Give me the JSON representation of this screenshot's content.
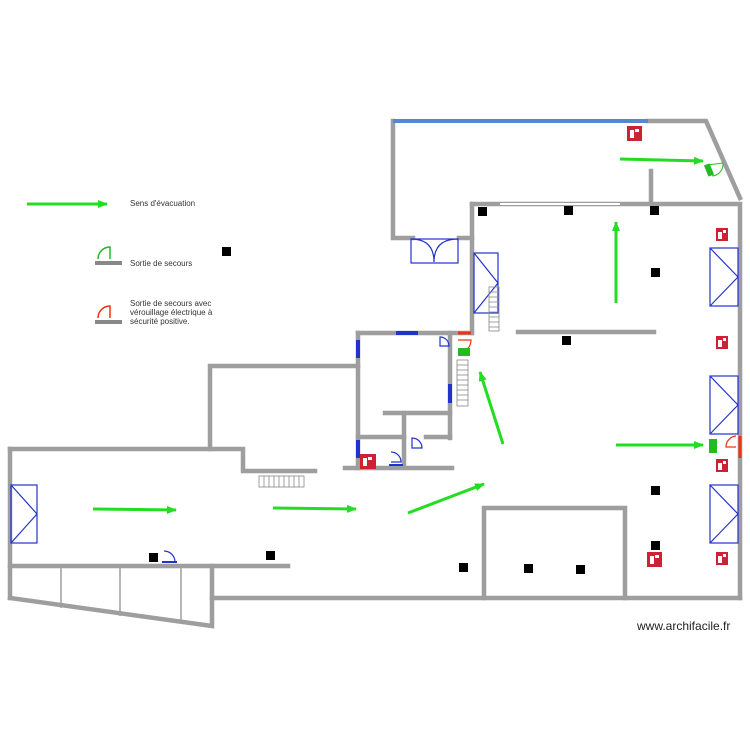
{
  "legend": {
    "evacuation_label": "Sens d'évacuation",
    "exit_label": "Sortie de secours",
    "exit_locked_line1": "Sortie de secours  avec",
    "exit_locked_line2": "vérouillage électrique à",
    "exit_locked_line3": "sécurité positive."
  },
  "colors": {
    "wall": "#9e9e9e",
    "arrow": "#22dd22",
    "window": "#2233cc",
    "exit_door": "#22bb22",
    "locked_exit_door": "#ee3311",
    "extinguisher": "#cc2233",
    "glazing": "#5588cc",
    "pillar": "#000000"
  },
  "icons": [
    "evacuation-arrow-icon",
    "emergency-exit-icon",
    "locked-exit-icon",
    "fire-extinguisher-icon",
    "exit-sign-icon",
    "pillar-icon",
    "window-icon",
    "staircase-icon"
  ],
  "watermark": "www.archifacile.fr"
}
